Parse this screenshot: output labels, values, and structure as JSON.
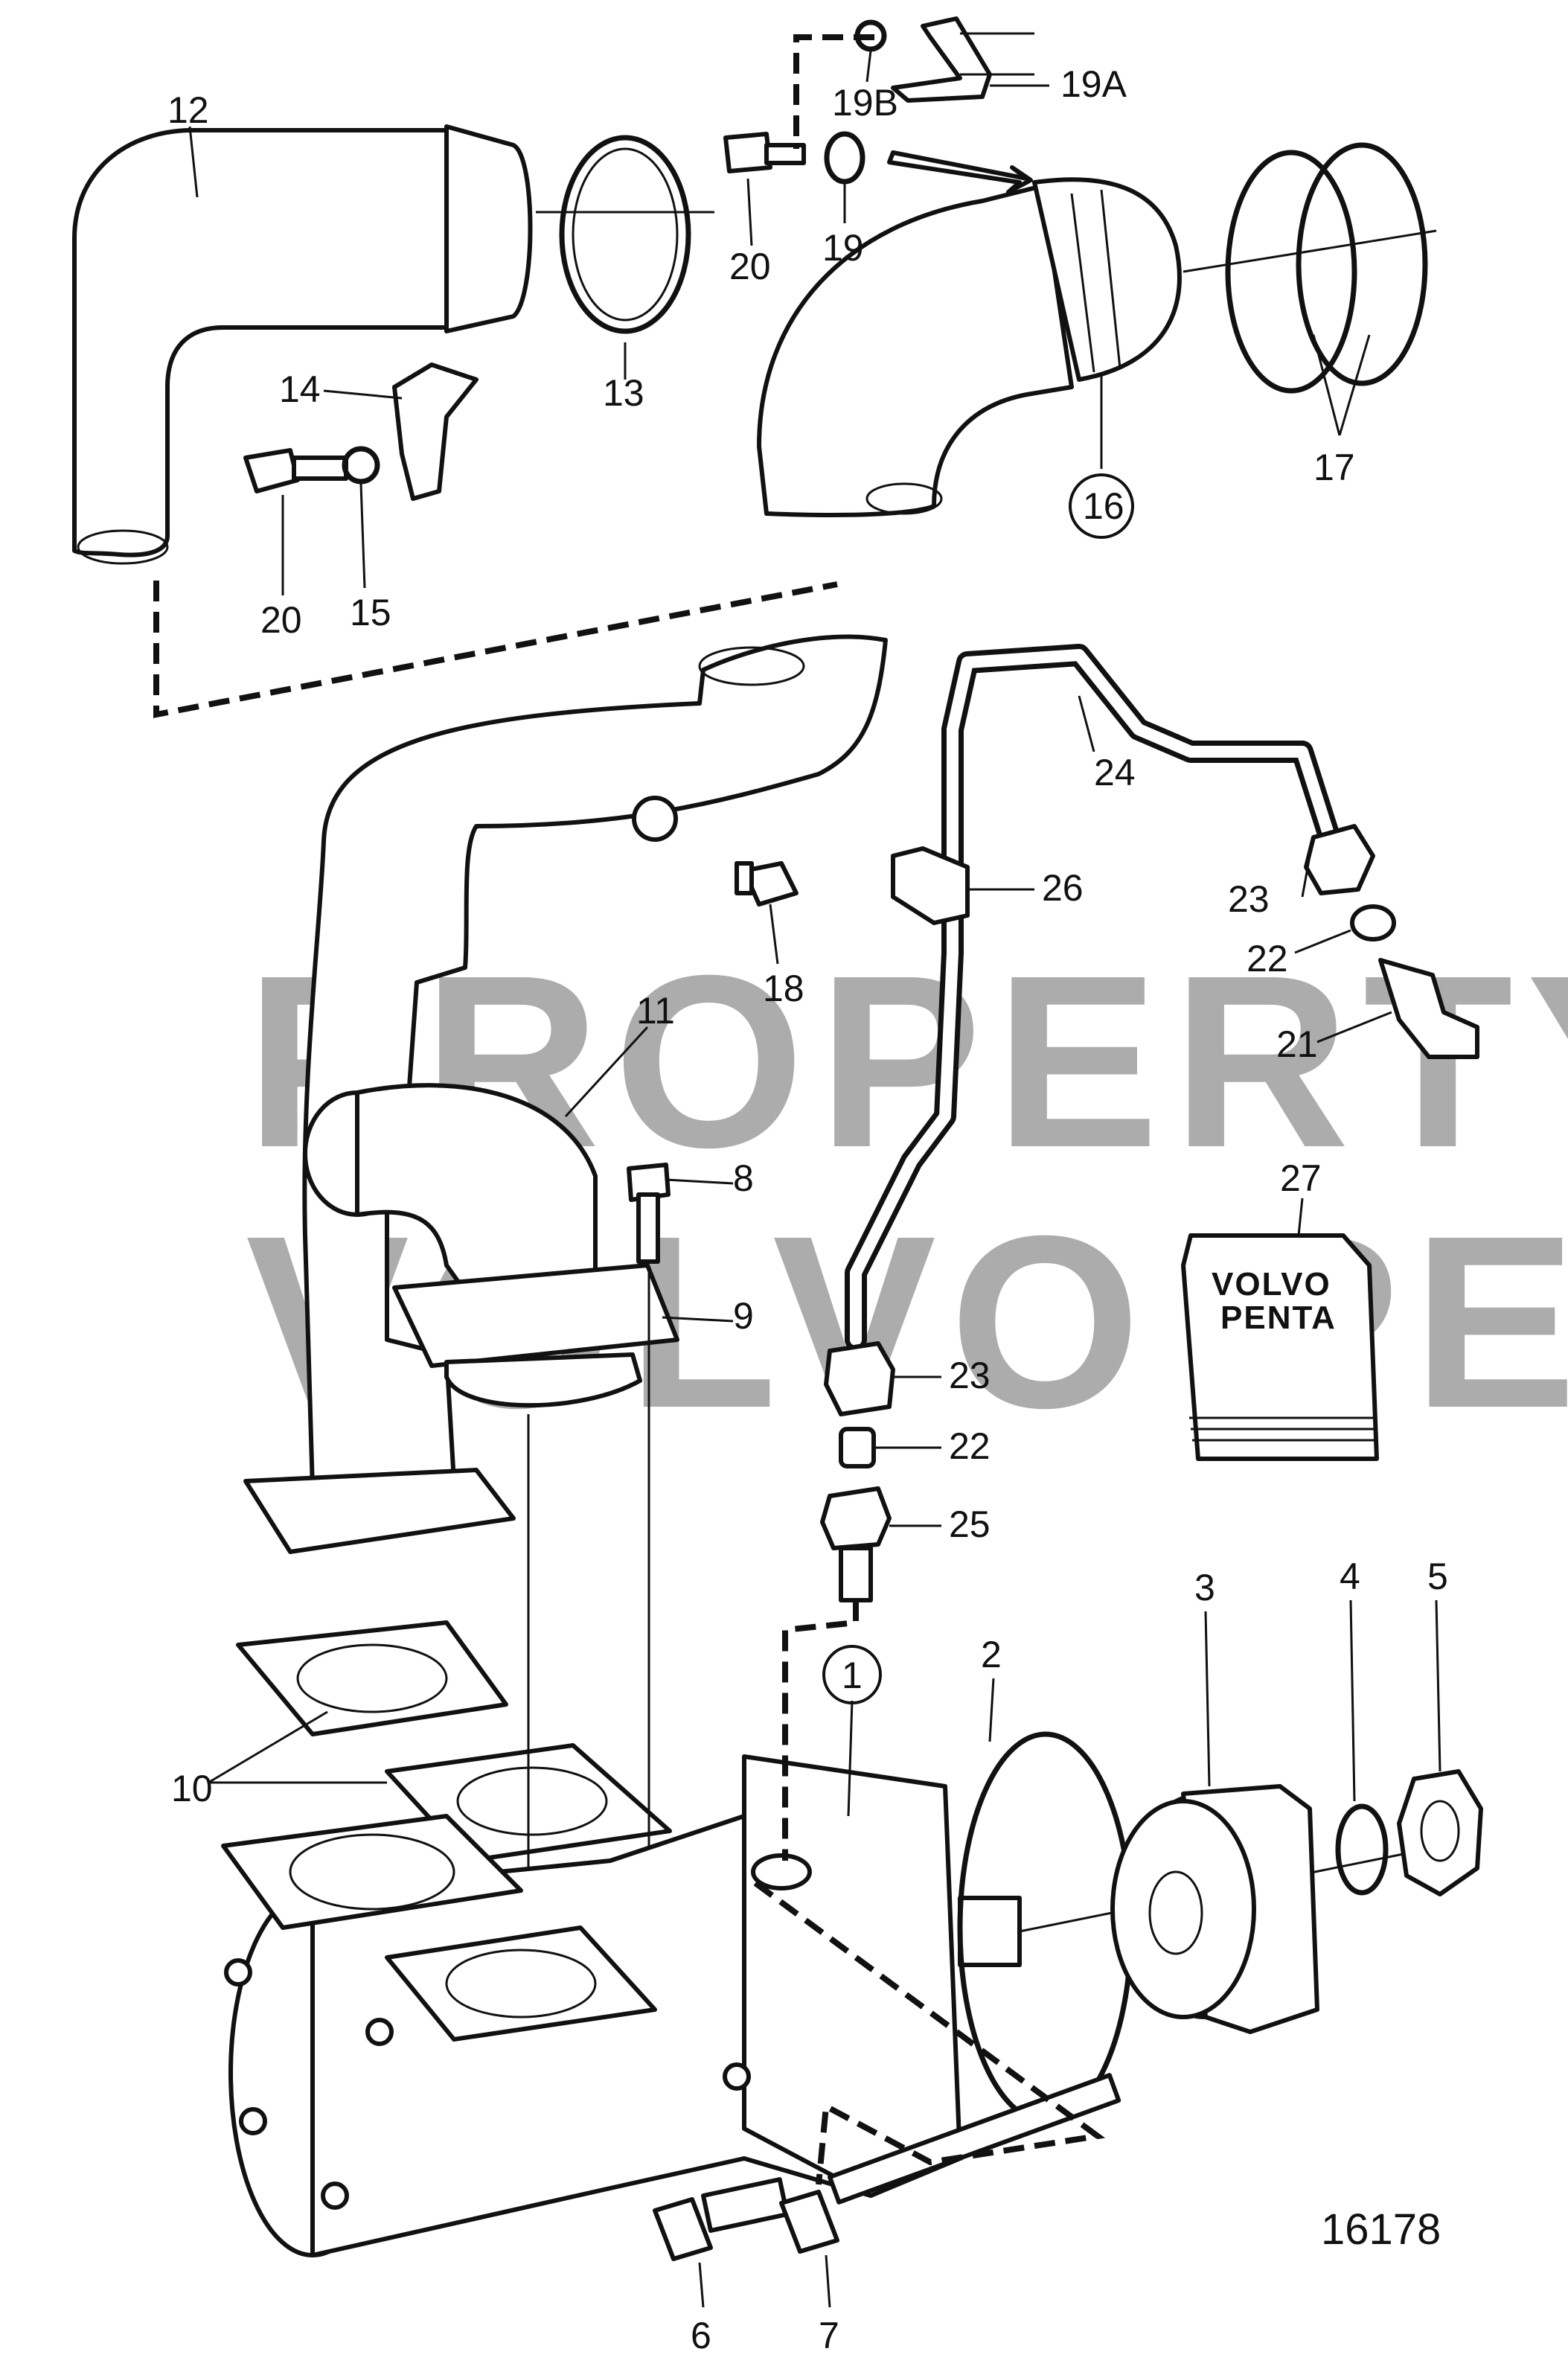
{
  "watermark": {
    "line1": "PROPERTY OF",
    "line2": "VOLVO PENTA"
  },
  "drawing_number": "16178",
  "kit_logo": {
    "line1": "VOLVO",
    "line2": "PENTA"
  },
  "callouts": {
    "c1": "1",
    "c2": "2",
    "c3": "3",
    "c4": "4",
    "c5": "5",
    "c6": "6",
    "c7": "7",
    "c8": "8",
    "c9": "9",
    "c10": "10",
    "c11": "11",
    "c12": "12",
    "c13": "13",
    "c14": "14",
    "c15": "15",
    "c16": "16",
    "c17": "17",
    "c18": "18",
    "c19": "19",
    "c19A": "19A",
    "c19B": "19B",
    "c20a": "20",
    "c20b": "20",
    "c21": "21",
    "c22a": "22",
    "c22b": "22",
    "c23a": "23",
    "c23b": "23",
    "c24": "24",
    "c25": "25",
    "c26": "26",
    "c27": "27"
  }
}
